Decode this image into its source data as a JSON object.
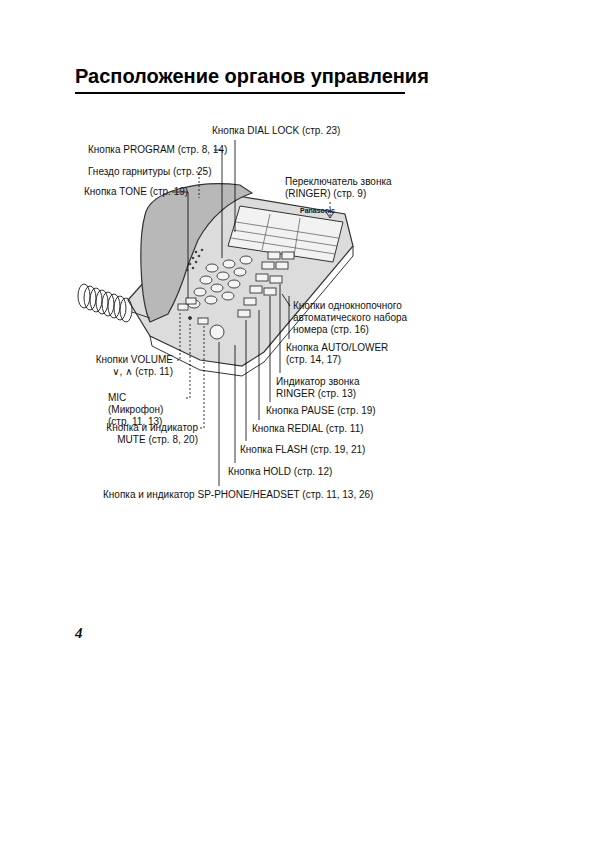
{
  "diagram": {
    "title": "Расположение органов управления",
    "labels": [
      "Кнопка DIAL LOCK (стр. 23)",
      "Кнопка PROGRAM (стр. 8, 14)",
      "Гнездо гарнитуры (стр. 25)",
      "Кнопка TONE (стр. 19)",
      "Переключатель звонка (RINGER) (стр. 9)",
      "Кнопки однокнопочного автоматического набора номера (стр. 16)",
      "Кнопка AUTO/LOWER (стр. 14, 17)",
      "Индикатор звонка RINGER (стр. 13)",
      "Кнопка PAUSE (стр. 19)",
      "Кнопка REDIAL (стр. 11)",
      "Кнопка FLASH (стр. 19, 21)",
      "Кнопка HOLD (стр. 12)",
      "Кнопка и индикатор SP-PHONE/HEADSET (стр. 11, 13, 26)",
      "Кнопки VOLUME ∨, ∧ (стр. 11)",
      "MIC (Микрофон) (стр. 11, 13)",
      "Кнопка и индикатор MUTE (стр. 8, 20)",
      "Panasonic",
      "4"
    ]
  }
}
